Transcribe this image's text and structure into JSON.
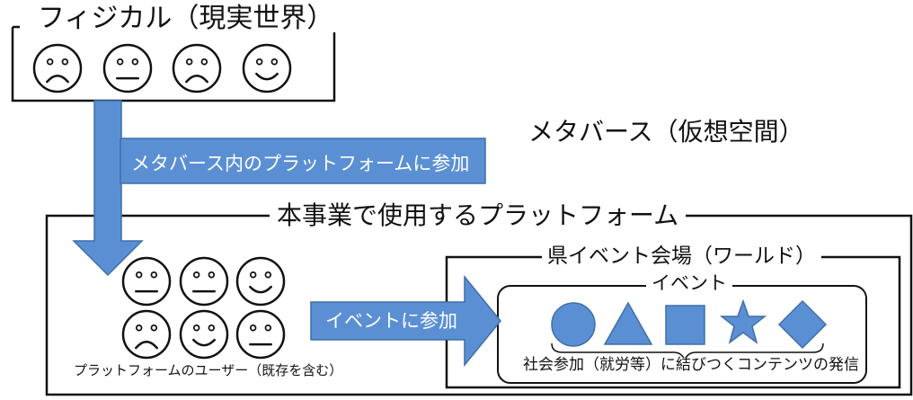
{
  "physical": {
    "title": "フィジカル（現実世界）"
  },
  "metaverse": {
    "title": "メタバース（仮想空間）"
  },
  "arrows": {
    "join_platform": "メタバース内のプラットフォームに参加",
    "join_event": "イベントに参加"
  },
  "platform": {
    "title": "本事業で使用するプラットフォーム",
    "users_caption": "プラットフォームのユーザー（既存を含む）"
  },
  "venue": {
    "title": "県イベント会場（ワールド）"
  },
  "event": {
    "title": "イベント",
    "content_caption": "社会参加（就労等）に結びつくコンテンツの発信",
    "shapes": [
      "circle-icon",
      "triangle-icon",
      "square-icon",
      "star-icon",
      "diamond-icon"
    ]
  },
  "faces": {
    "physical": [
      "sad",
      "neutral",
      "sad",
      "happy"
    ],
    "platform": [
      "neutral",
      "neutral",
      "happy",
      "sad",
      "happy",
      "neutral"
    ]
  },
  "colors": {
    "accent": "#5b8fd4",
    "accent_border": "#3e6fa8",
    "line": "#111111"
  }
}
